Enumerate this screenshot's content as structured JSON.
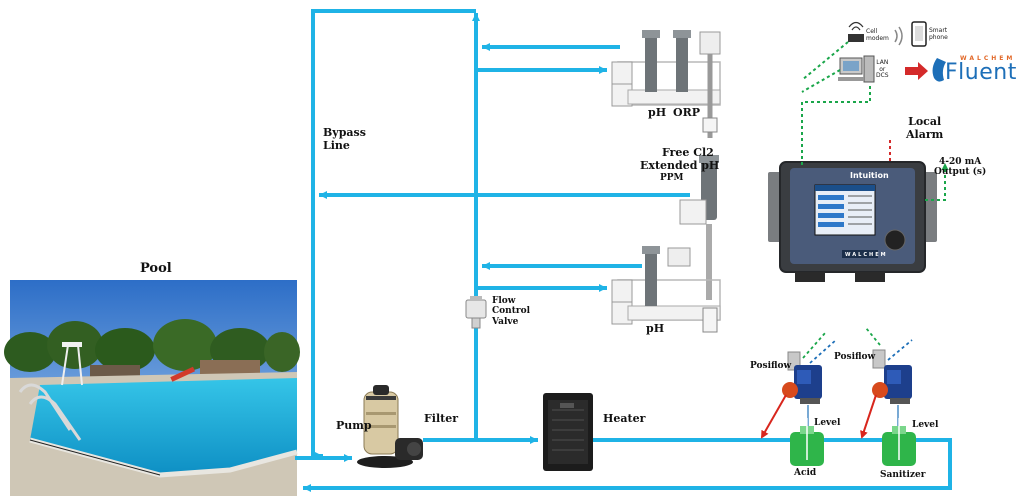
{
  "labels": {
    "pool": "Pool",
    "bypass_line": "Bypass\nLine",
    "flow_control_valve": "Flow\nControl\nValve",
    "pump": "Pump",
    "filter": "Filter",
    "heater": "Heater",
    "ph_top": "pH",
    "orp": "ORP",
    "free_cl2": "Free Cl2",
    "extended_ph": "Extended pH",
    "ppm": "PPM",
    "ph_bottom": "pH",
    "local_alarm": "Local\nAlarm",
    "output_4_20": "4-20 mA\nOutput (s)",
    "posiflow_left": "Posiflow",
    "posiflow_right": "Posiflow",
    "level_left": "Level",
    "level_right": "Level",
    "acid": "Acid",
    "sanitizer": "Sanitizer",
    "cell_modem": "Cell\nmodem",
    "smart_phone": "Smart\nphone",
    "lan_dcs": "LAN\nor\nDCS",
    "brand_top": "WALCHEM",
    "brand_name": "Fluent",
    "controller_screen_title": "Intuition",
    "controller_name": "WALCHEM"
  },
  "colors": {
    "pipe": "#1fb3e6",
    "signal_green": "#1aa64a",
    "alarm_red": "#d42a2a",
    "arrow_red": "#d8261d",
    "tank_green": "#2fb54a"
  }
}
